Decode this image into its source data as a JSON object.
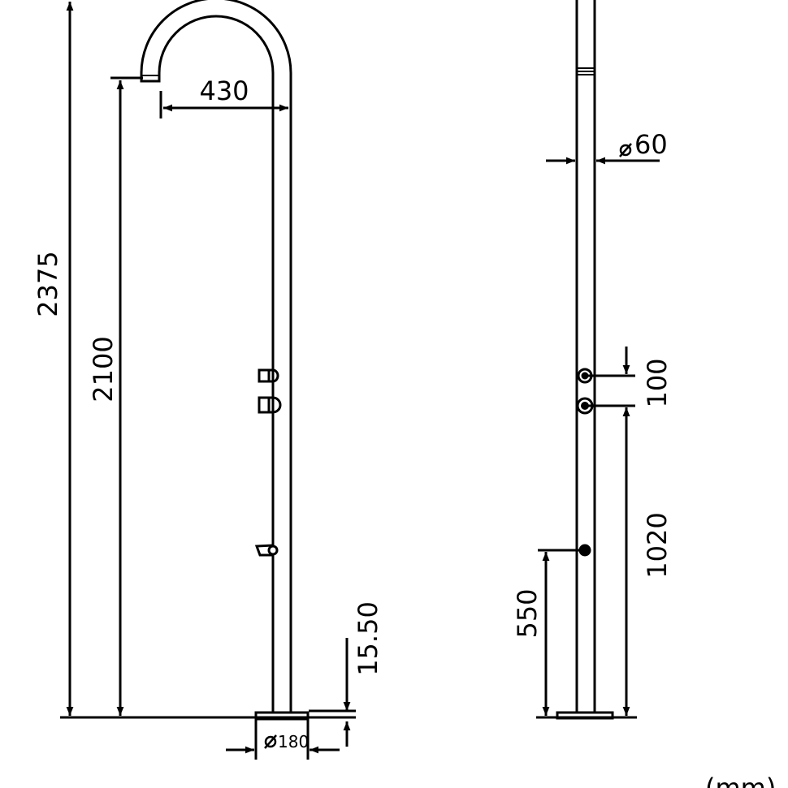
{
  "drawing": {
    "units_label": "(mm)",
    "front_view": {
      "overall_height": "2375",
      "outlet_height": "2100",
      "arm_reach": "430",
      "base_thickness": "15.50",
      "base_diameter": "180"
    },
    "side_view": {
      "pipe_diameter": "60",
      "valve_spacing": "100",
      "valve_height": "1020",
      "tap_height": "550"
    }
  }
}
